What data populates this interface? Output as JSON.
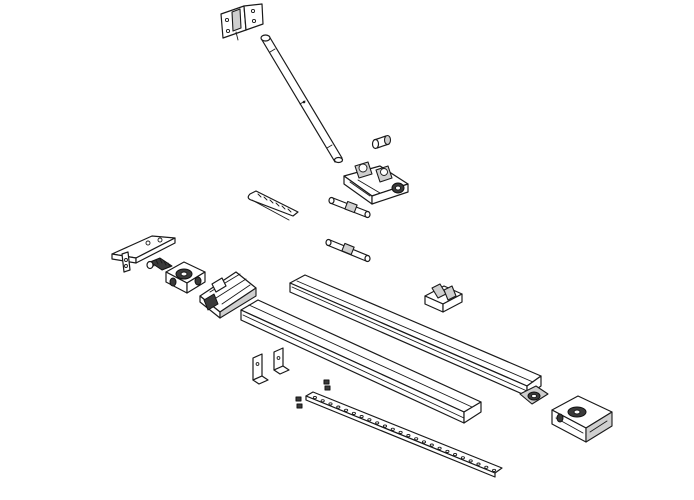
{
  "diagram": {
    "style": "exploded-view line drawing",
    "colors": {
      "line": "#1a1a1a",
      "fill": "#ffffff",
      "shade": "#cfcfcf",
      "dark": "#3a3a3a"
    },
    "parts": [
      "wall-mount-bracket",
      "door-arm-tube",
      "shaft-collar",
      "trolley-carriage",
      "belt-chain-segment",
      "spring-pin-upper",
      "spring-pin-lower",
      "header-bracket",
      "tension-spring-bolt",
      "front-idler-block",
      "drive-head-coupler",
      "rail-section-rear",
      "rail-section-front",
      "rail-joint-clip",
      "rail-end-cap",
      "motor-unit",
      "angle-bracket-pair",
      "fastener-set",
      "perforated-hanging-strap"
    ]
  }
}
